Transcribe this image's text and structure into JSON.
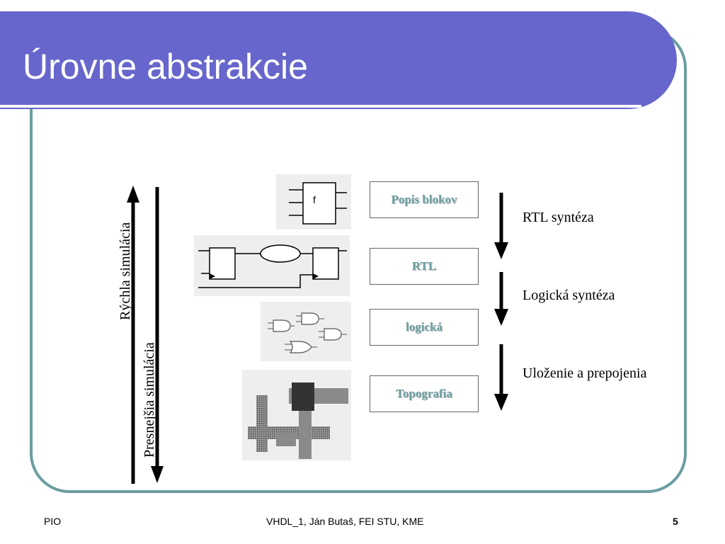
{
  "slide": {
    "title": "Úrovne abstrakcie",
    "up_arrow_label": "Rýchla simulácia",
    "down_arrow_label": "Presnejšia simulácia",
    "levels": [
      "Popis blokov",
      "RTL",
      "logická",
      "Topografia"
    ],
    "transitions": [
      "RTL syntéza",
      "Logická syntéza",
      "Uloženie a prepojenia"
    ],
    "block_symbol": "f"
  },
  "footer": {
    "left": "PIO",
    "center": "VHDL_1, Ján Butaš, FEI STU, KME",
    "page_number": "5"
  },
  "colors": {
    "title_bar": "#6666cc",
    "frame": "#6b9ea0",
    "level_text": "#6a9ea0"
  }
}
